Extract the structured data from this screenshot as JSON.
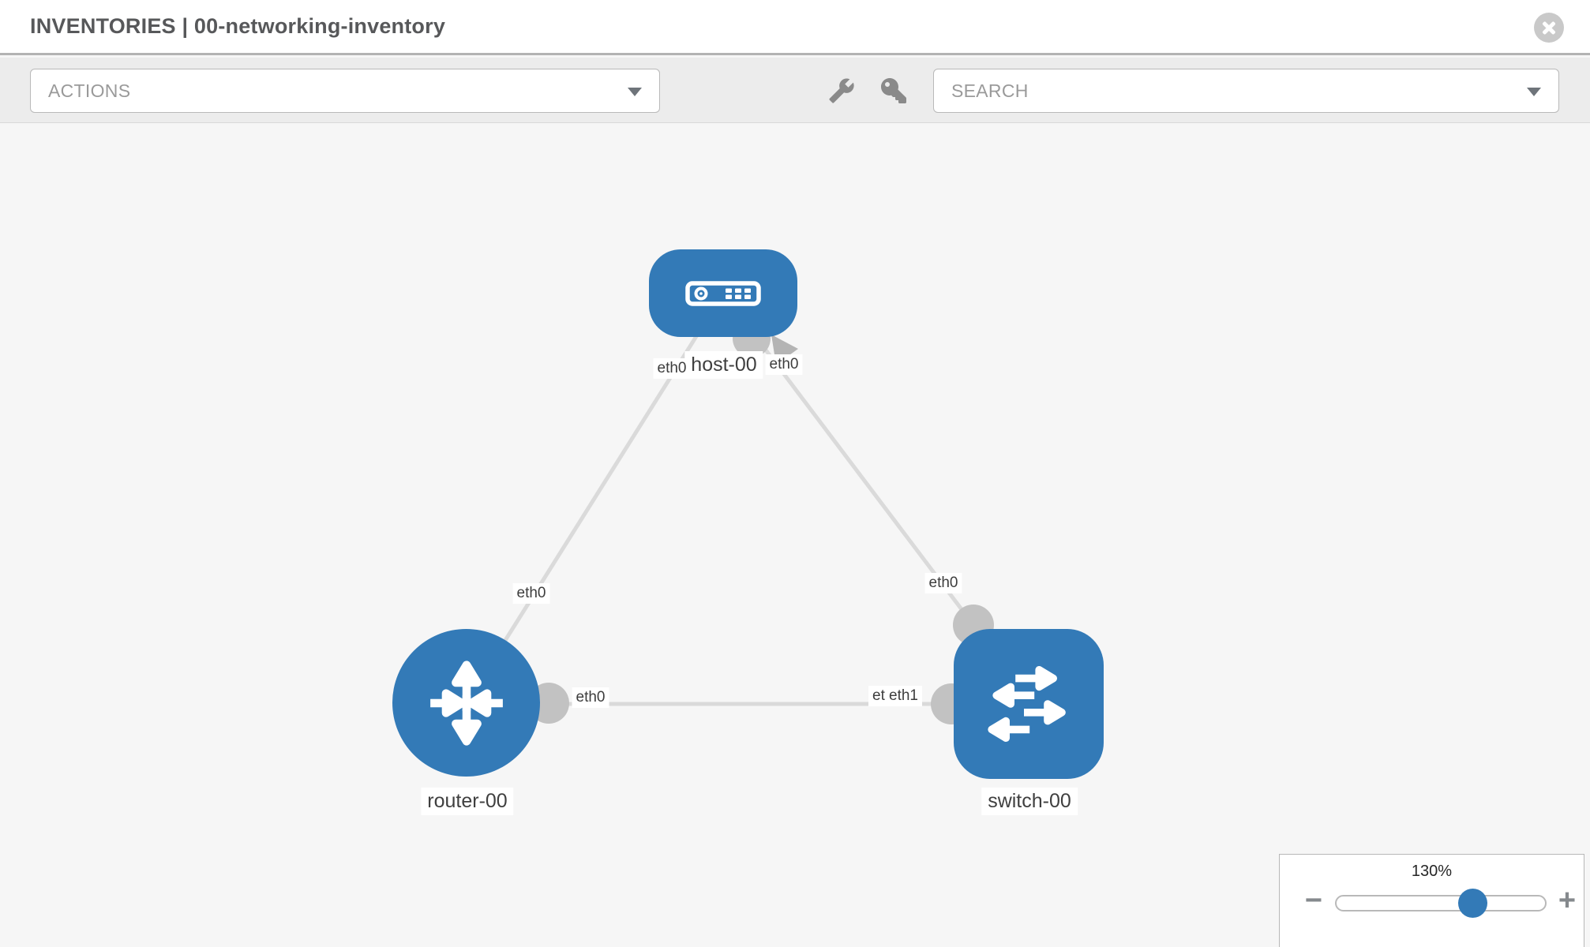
{
  "header": {
    "title": "INVENTORIES | 00-networking-inventory"
  },
  "toolbar": {
    "actions_label": "ACTIONS",
    "search_label": "SEARCH"
  },
  "canvas": {
    "nodes": [
      {
        "label": "host-00",
        "type": "host"
      },
      {
        "label": "router-00",
        "type": "router"
      },
      {
        "label": "switch-00",
        "type": "switch"
      }
    ],
    "links": [
      {
        "from": "host-00",
        "to": "router-00",
        "from_if": "eth0",
        "to_if": "eth0"
      },
      {
        "from": "host-00",
        "to": "switch-00",
        "from_if": "eth0",
        "to_if": "eth0"
      },
      {
        "from": "router-00",
        "to": "switch-00",
        "from_if": "eth0",
        "to_if": "eth1"
      }
    ],
    "interface_labels": {
      "host_to_router": "eth0",
      "host_to_switch": "eth0",
      "router_to_host": "eth0",
      "switch_to_host": "eth0",
      "router_to_switch": "eth0",
      "switch_hidden": "eth0",
      "switch_to_router": "eth1"
    }
  },
  "zoom_control": {
    "value": "130%",
    "minus": "−",
    "plus": "+"
  },
  "colors": {
    "node_blue": "#337ab7",
    "link_gray": "#dadada",
    "connector_gray": "#c2c2c2",
    "arrow_gray": "#b4b4b4",
    "toolbar_bg": "#ececec",
    "canvas_bg": "#f6f6f6"
  }
}
